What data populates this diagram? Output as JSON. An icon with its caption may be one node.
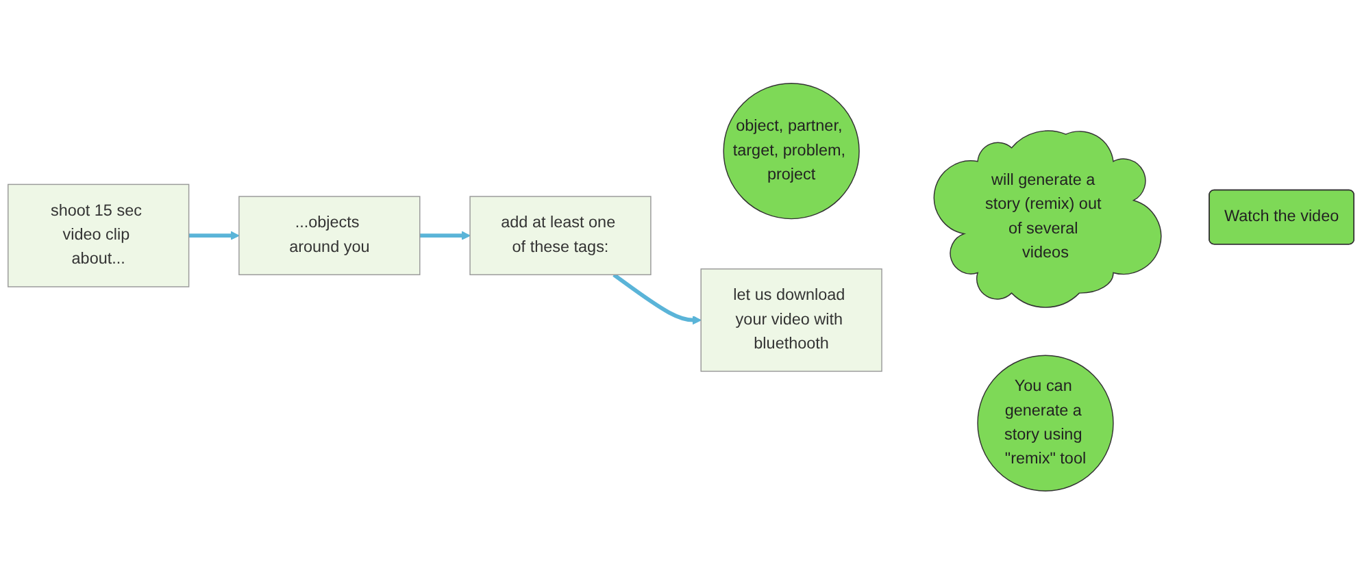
{
  "diagram": {
    "nodes": [
      {
        "text": [
          "shoot 15 sec video clip about..."
        ]
      },
      {
        "text": [
          "...objects around you"
        ]
      },
      {
        "text": [
          "add at least one of these tags:"
        ]
      },
      {
        "text": [
          "object, partner, target, problem, project"
        ]
      },
      {
        "text": [
          "let us download your video with bluethooth"
        ]
      },
      {
        "text": [
          "will generate a story (remix) out of several videos"
        ]
      },
      {
        "text": [
          "You can generate a story using \"remix\" tool"
        ]
      },
      {
        "text": [
          "Watch the video"
        ]
      }
    ],
    "edges": [
      {
        "from": 0,
        "to": 1,
        "arrow": "to"
      },
      {
        "from": 1,
        "to": 2,
        "arrow": "to"
      },
      {
        "from": 2,
        "to": 4,
        "arrow": "to"
      }
    ]
  }
}
